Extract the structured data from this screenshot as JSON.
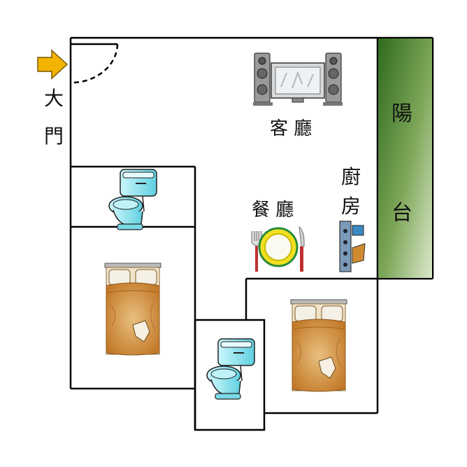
{
  "floorplan": {
    "entrance": {
      "char1": "大",
      "char2": "門"
    },
    "living_room": "客 廳",
    "dining_room": "餐 廳",
    "kitchen": {
      "char1": "廚",
      "char2": "房"
    },
    "balcony": {
      "char1": "陽",
      "char2": "台"
    }
  },
  "colors": {
    "wall": "#000000",
    "arrow": "#f2b400",
    "balcony_dark": "#2f6b1e",
    "balcony_light": "#d8e8c8",
    "toilet": "#8fe3ee",
    "bed_quilt": "#d9a050"
  },
  "icons": [
    "entrance-arrow-icon",
    "door-swing-icon",
    "tv-speaker-icon",
    "toilet-icon",
    "bed-icon",
    "dining-plate-icon",
    "kitchen-stove-icon"
  ]
}
